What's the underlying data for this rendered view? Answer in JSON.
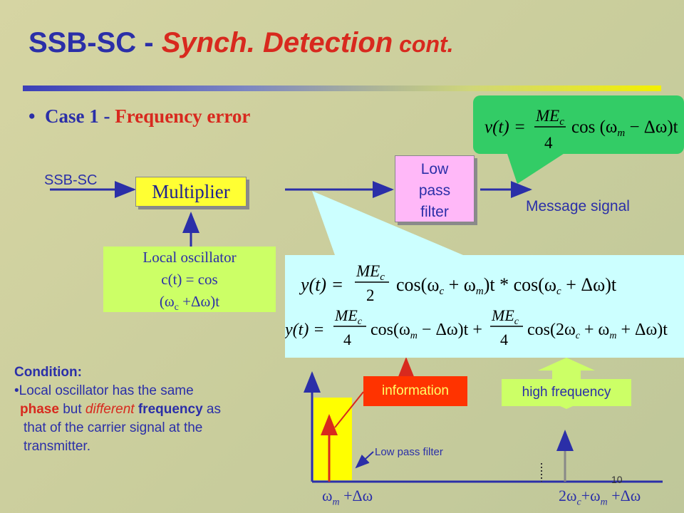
{
  "title": {
    "main": "SSB-SC - ",
    "italic": "Synch. Detection",
    "small": " cont."
  },
  "bullet": {
    "mark": "•",
    "case": "Case 1 - ",
    "topic": "Frequency error"
  },
  "diagram": {
    "input_label": "SSB-SC",
    "multiplier": "Multiplier",
    "lpf_lines": [
      "Low",
      "pass",
      "filter"
    ],
    "output_label": "Message signal",
    "oscillator": {
      "line1": "Local oscillator",
      "line2": "c(t) = cos",
      "line3": "(ω",
      "sub": "c",
      "line3b": " +Δω)t"
    }
  },
  "equations": {
    "v": "v(t) = (ME_c/4) cos(ω_m − Δω)t",
    "y1": "y(t) = (ME_c/2) cos(ω_c + ω_m)t * cos(ω_c + Δω)t",
    "y2": "y(t) = (ME_c/4) cos(ω_m − Δω)t + (ME_c/4) cos(2ω_c + ω_m + Δω)t"
  },
  "condition": {
    "heading": "Condition:",
    "l1": "•Local oscillator has the same",
    "l2a": "phase",
    "l2b": " but ",
    "l2c": "different",
    "l2d": " frequency",
    "l2e": " as",
    "l3": "that of the carrier signal at the",
    "l4": "transmitter."
  },
  "spectrum": {
    "information": "information",
    "high_frequency": "high frequency",
    "lpf_label": "Low pass filter",
    "x1a": "ω",
    "x1sub": "m",
    "x1b": " +Δω",
    "x2a": "2ω",
    "x2sub1": "c",
    "x2b": "+ω",
    "x2sub2": "m",
    "x2c": " +Δω"
  },
  "page_number": "10"
}
